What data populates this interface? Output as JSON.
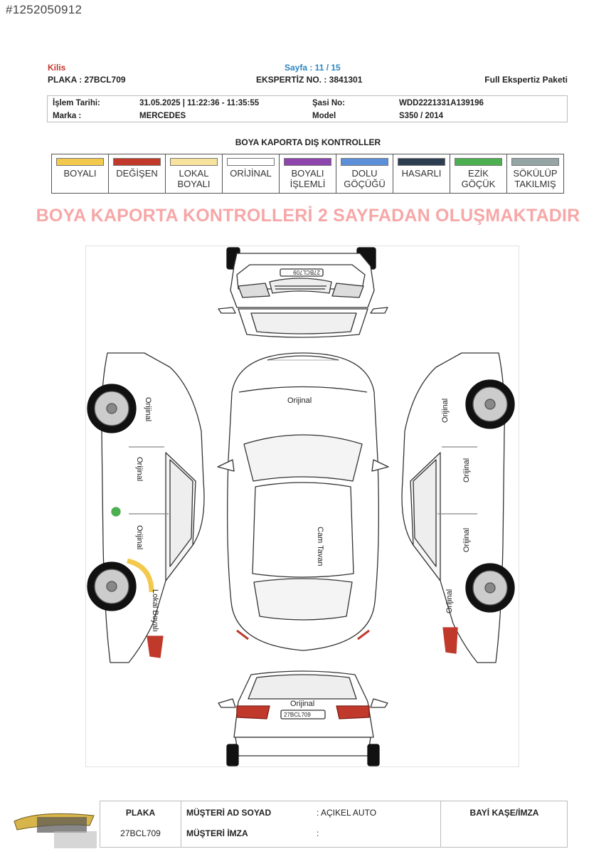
{
  "listing_id": "#1252050912",
  "header": {
    "city": "Kilis",
    "plate": "PLAKA : 27BCL709",
    "page": "Sayfa : 11 / 15",
    "expertise_no": "EKSPERTİZ NO. : 3841301",
    "package": "Full Ekspertiz Paketi"
  },
  "info": {
    "date_label": "İşlem Tarihi:",
    "date_value": "31.05.2025 | 11:22:36 - 11:35:55",
    "chassis_label": "Şasi No:",
    "chassis_value": "WDD2221331A139196",
    "brand_label": "Marka :",
    "brand_value": "MERCEDES",
    "model_label": "Model",
    "model_value": "S350 / 2014"
  },
  "section_title": "BOYA KAPORTA DIŞ KONTROLLER",
  "legend": [
    {
      "label": "BOYALI",
      "color": "#f2c94c"
    },
    {
      "label": "DEĞİŞEN",
      "color": "#c0392b"
    },
    {
      "label": "LOKAL\nBOYALI",
      "color": "#f8e39c"
    },
    {
      "label": "ORİJİNAL",
      "color": "#ffffff"
    },
    {
      "label": "BOYALI\nİŞLEMLİ",
      "color": "#8e44ad"
    },
    {
      "label": "DOLU\nGÖÇÜĞÜ",
      "color": "#5b8fd9"
    },
    {
      "label": "HASARLI",
      "color": "#2c3e50"
    },
    {
      "label": "EZİK\nGÖÇÜK",
      "color": "#4caf50"
    },
    {
      "label": "SÖKÜLÜP\nTAKILMIŞ",
      "color": "#95a5a6"
    }
  ],
  "warning": "BOYA KAPORTA KONTROLLERİ 2 SAYFADAN OLUŞMAKTADIR",
  "diagram": {
    "front_plate": "27BCL709",
    "rear_plate": "27BCL709",
    "roof_hood": "Orijinal",
    "roof": "Cam Tavan",
    "trunk": "Orijinal",
    "left_front_fender": "Orijinal",
    "left_front_door": "Orijinal",
    "left_rear_door": "Orijinal",
    "left_rear_fender": "Lokal Boyalı",
    "right_front_fender": "Orijinal",
    "right_front_door": "Orijinal",
    "right_rear_door": "Orijinal",
    "right_rear_fender": "Orijinal"
  },
  "footer": {
    "plate_header": "PLAKA",
    "plate_value": "27BCL709",
    "customer_name_label": "MÜŞTERİ AD SOYAD",
    "customer_name_value": ": AÇIKEL AUTO",
    "customer_sign_label": "MÜŞTERİ İMZA",
    "customer_sign_value": ":",
    "dealer_stamp_label": "BAYİ KAŞE/İMZA"
  },
  "colors": {
    "paint_marker_green": "#4caf50",
    "local_paint_yellow": "#f2c94c"
  }
}
